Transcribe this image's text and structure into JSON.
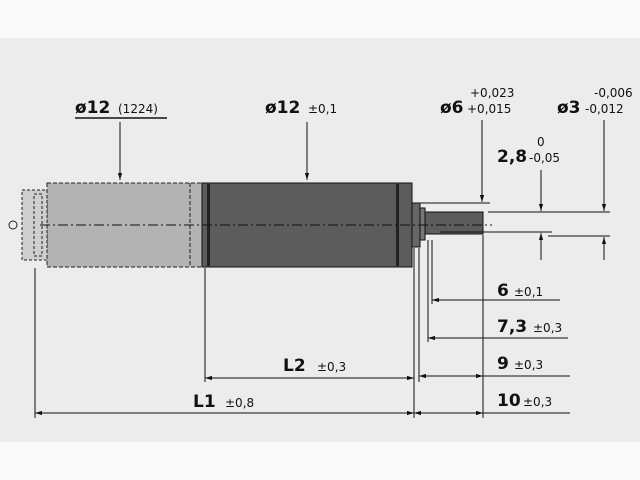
{
  "labels": {
    "gearbox_dia": "ø12",
    "gearbox_ref": "(1224)",
    "motor_dia": "ø12",
    "motor_tol": "±0,1",
    "flange_dia": "ø6",
    "flange_tol_upper": "+0,023",
    "flange_tol_lower": "+0,015",
    "shaft_dia": "ø3",
    "shaft_tol_upper": "-0,006",
    "shaft_tol_lower": "-0,012",
    "flat_dim": "2,8",
    "flat_tol_upper": "0",
    "flat_tol_lower": "-0,05",
    "dim_6": "6",
    "dim_6_tol": "±0,1",
    "dim_7_3": "7,3",
    "dim_7_3_tol": "±0,3",
    "dim_9": "9",
    "dim_9_tol": "±0,3",
    "dim_10": "10",
    "dim_10_tol": "±0,3",
    "L2": "L2",
    "L2_tol": "±0,3",
    "L1": "L1",
    "L1_tol": "±0,8"
  }
}
